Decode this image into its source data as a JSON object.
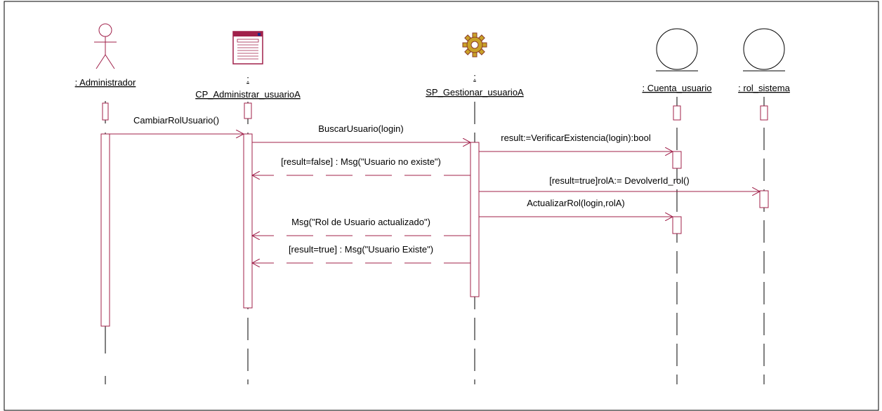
{
  "colors": {
    "message": "#a0204a",
    "lifeline": "#000000",
    "frame": "#000000",
    "gear_fill": "#c9a227",
    "gear_stroke": "#8a3a2a",
    "actor": "#a0204a",
    "entity": "#000000"
  },
  "participants": [
    {
      "id": "admin",
      "type": "actor",
      "icon": "actor-icon",
      "label": ": Administrador"
    },
    {
      "id": "cp",
      "type": "boundary-form",
      "icon": "form-window-icon",
      "label_colon": ":",
      "label": "CP_Administrar_usuarioA"
    },
    {
      "id": "sp",
      "type": "control-gear",
      "icon": "gear-icon",
      "label_colon": ":",
      "label": "SP_Gestionar_usuarioA"
    },
    {
      "id": "cuenta",
      "type": "entity",
      "icon": "entity-circle-icon",
      "label": ": Cuenta_usuario"
    },
    {
      "id": "rol",
      "type": "entity",
      "icon": "entity-circle-icon",
      "label": ": rol_sistema"
    }
  ],
  "messages": [
    {
      "id": "m1",
      "kind": "sync",
      "from": "admin",
      "to": "cp",
      "text": "CambiarRolUsuario()"
    },
    {
      "id": "m2",
      "kind": "sync",
      "from": "cp",
      "to": "sp",
      "text": "BuscarUsuario(login)"
    },
    {
      "id": "m3",
      "kind": "sync",
      "from": "sp",
      "to": "cuenta",
      "text": "result:=VerificarExistencia(login):bool"
    },
    {
      "id": "m4",
      "kind": "return",
      "from": "sp",
      "to": "cp",
      "text": "[result=false] : Msg(\"Usuario no existe\")"
    },
    {
      "id": "m5",
      "kind": "sync",
      "from": "sp",
      "to": "rol",
      "text": "[result=true]rolA:= DevolverId_rol()"
    },
    {
      "id": "m6",
      "kind": "sync",
      "from": "sp",
      "to": "cuenta",
      "text": "ActualizarRol(login,rolA)"
    },
    {
      "id": "m7",
      "kind": "return",
      "from": "sp",
      "to": "cp",
      "text": "Msg(\"Rol de Usuario actualizado\")"
    },
    {
      "id": "m8",
      "kind": "return",
      "from": "sp",
      "to": "cp",
      "text": "[result=true] : Msg(\"Usuario Existe\")"
    }
  ]
}
